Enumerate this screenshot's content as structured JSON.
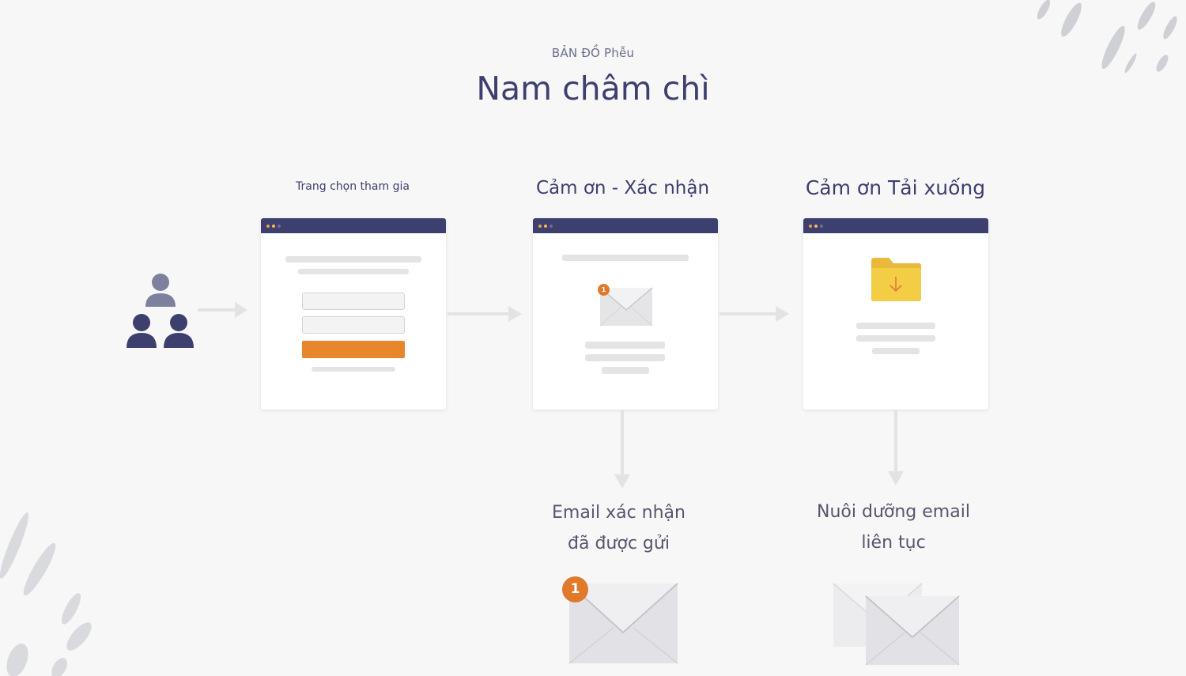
{
  "header": {
    "eyebrow": "BẢN ĐỒ Phễu",
    "title": "Nam châm chì"
  },
  "steps": [
    {
      "label": "Trang chọn tham gia"
    },
    {
      "label": "Cảm ơn - Xác nhận",
      "badge": "1"
    },
    {
      "label": "Cảm ơn Tải xuống"
    }
  ],
  "outcomes": [
    {
      "line1": "Email xác nhận",
      "line2": "đã được gửi",
      "badge": "1"
    },
    {
      "line1": "Nuôi dưỡng email",
      "line2": "liên tục"
    }
  ],
  "colors": {
    "navy": "#3d3f6e",
    "orange": "#e8862e",
    "folder": "#f3cd45",
    "background": "#f7f7f7"
  }
}
